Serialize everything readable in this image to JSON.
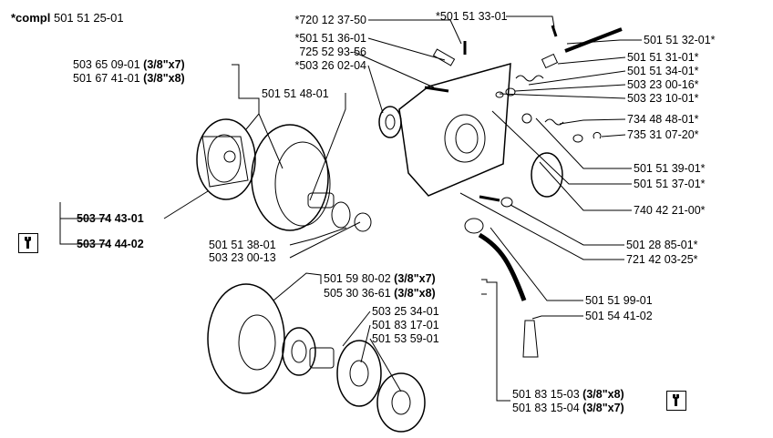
{
  "header": {
    "prefix": "*compl",
    "number": "501 51 25-01"
  },
  "labels": {
    "p720123750": "*720 12 37-50",
    "p501513601": "*501 51 36-01",
    "p725529356": "725 52 93-56",
    "p503260204": "*503 26 02-04",
    "p501513301": "*501 51 33-01",
    "p501513201": "501 51 32-01*",
    "p501513101": "501 51 31-01*",
    "p501513401": "501 51 34-01*",
    "p503230016": "503 23 00-16*",
    "p503231001": "503 23 10-01*",
    "p734484801": "734 48 48-01*",
    "p735310720": "735 31 07-20*",
    "p501513901": "501 51 39-01*",
    "p501513701": "501 51 37-01*",
    "p740422100": "740 42 21-00*",
    "p501288501": "501 28 85-01*",
    "p721420325": "721 42 03-25*",
    "p501519901": "501 51 99-01",
    "p501544102": "501 54 41-02",
    "p501514801": "501 51 48-01",
    "p501513801": "501 51 38-01",
    "p503230013": "503 23 00-13",
    "p503253401": "503 25 34-01",
    "p501831701": "501 83 17-01",
    "p501535901": "501 53 59-01"
  },
  "variants": {
    "p503650901": {
      "num": "503 65 09-01",
      "spec": "(3/8\"x7)"
    },
    "p501674101": {
      "num": "501 67 41-01",
      "spec": "(3/8\"x8)"
    },
    "p501598002": {
      "num": "501 59 80-02",
      "spec": "(3/8\"x7)"
    },
    "p505303661": {
      "num": "505 30 36-61",
      "spec": "(3/8\"x8)"
    },
    "p501831503": {
      "num": "501 83 15-03",
      "spec": "(3/8\"x8)"
    },
    "p501831504": {
      "num": "501 83 15-04",
      "spec": "(3/8\"x7)"
    }
  },
  "bold_labels": {
    "p503744301": "503 74 43-01",
    "p503744402": "503 74 44-02"
  },
  "icons": [
    "wrench-tool-icon",
    "wrench-tool-icon"
  ]
}
